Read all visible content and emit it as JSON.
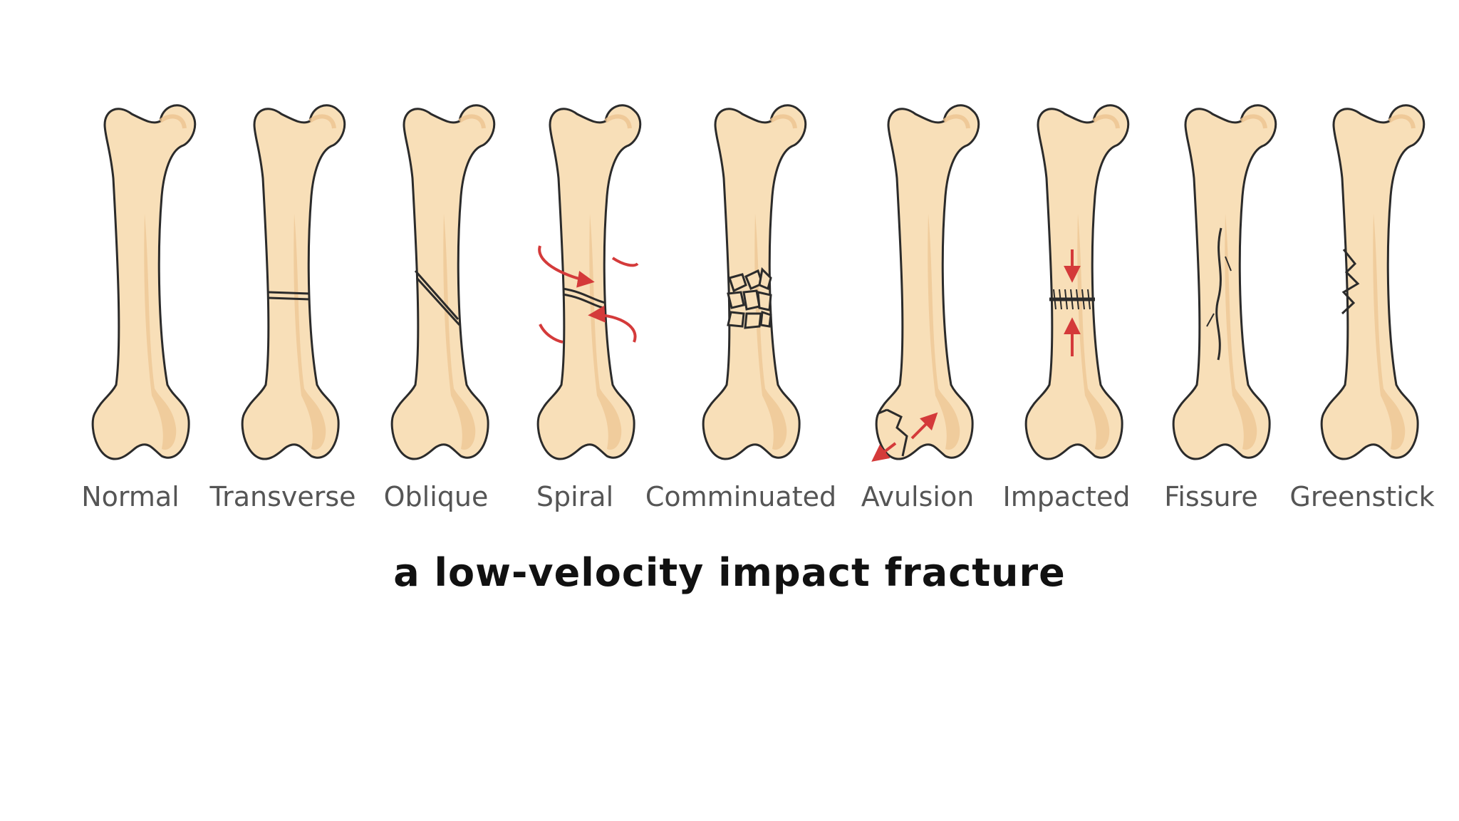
{
  "figure": {
    "bones": [
      {
        "label": "Normal",
        "fracture": "none"
      },
      {
        "label": "Transverse",
        "fracture": "transverse"
      },
      {
        "label": "Oblique",
        "fracture": "oblique"
      },
      {
        "label": "Spiral",
        "fracture": "spiral"
      },
      {
        "label": "Comminuated",
        "fracture": "comminuted"
      },
      {
        "label": "Avulsion",
        "fracture": "avulsion"
      },
      {
        "label": "Impacted",
        "fracture": "impacted"
      },
      {
        "label": "Fissure",
        "fracture": "fissure"
      },
      {
        "label": "Greenstick",
        "fracture": "greenstick"
      }
    ],
    "colors": {
      "bone_fill": "#f8dfb8",
      "bone_shade": "#ecc390",
      "outline": "#2b2b2b",
      "arrow": "#d43a3a",
      "label": "#555555"
    }
  },
  "caption": "a low-velocity impact fracture"
}
